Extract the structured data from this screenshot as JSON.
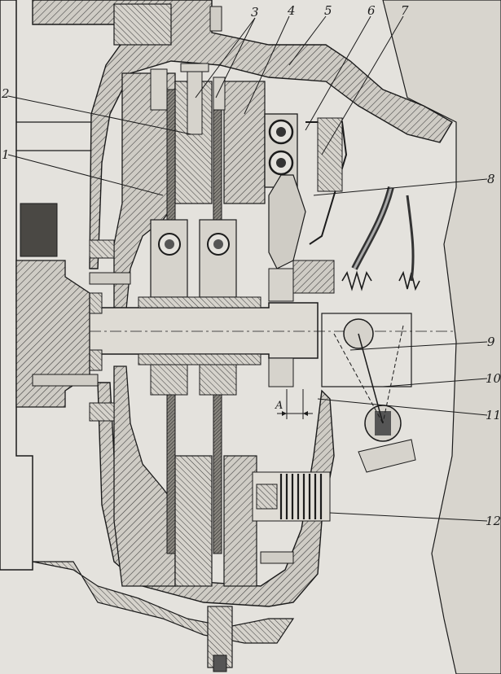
{
  "figure": {
    "background": "#e4e2dd",
    "ink": "#1b1b1b",
    "hatch": "#3a3a3a",
    "callouts": [
      {
        "id": "1",
        "text": "1"
      },
      {
        "id": "2",
        "text": "2"
      },
      {
        "id": "3",
        "text": "3"
      },
      {
        "id": "4",
        "text": "4"
      },
      {
        "id": "5",
        "text": "5"
      },
      {
        "id": "6",
        "text": "6"
      },
      {
        "id": "7",
        "text": "7"
      },
      {
        "id": "8",
        "text": "8"
      },
      {
        "id": "9",
        "text": "9"
      },
      {
        "id": "10",
        "text": "10"
      },
      {
        "id": "11",
        "text": "11"
      },
      {
        "id": "12",
        "text": "12"
      }
    ],
    "gap_label": "A"
  }
}
